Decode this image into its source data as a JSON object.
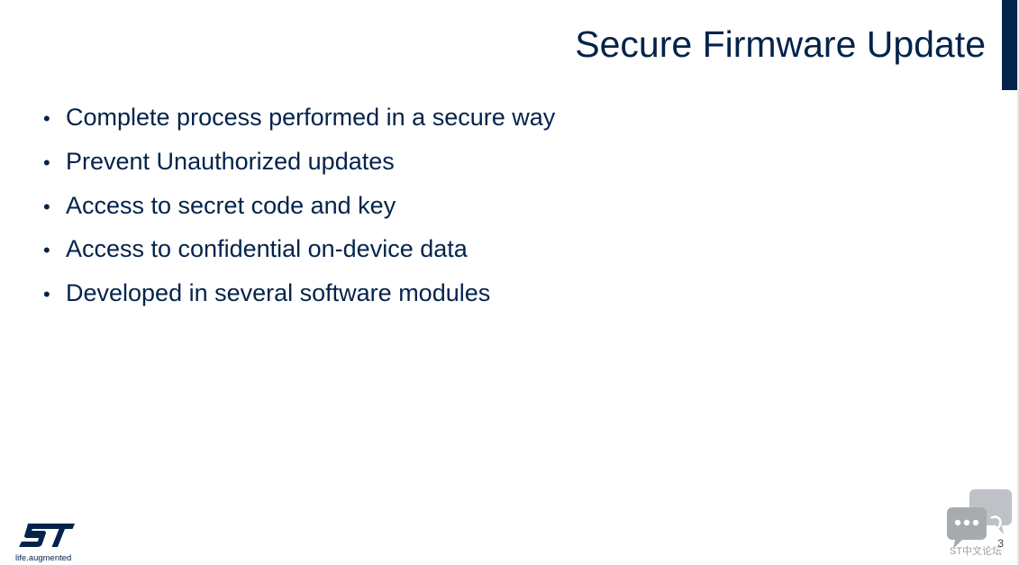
{
  "slide": {
    "title": "Secure Firmware Update",
    "bullets": [
      {
        "bullet": "•",
        "text": "Complete process performed in a secure way"
      },
      {
        "bullet": "•",
        "text": "Prevent Unauthorized updates"
      },
      {
        "bullet": "•",
        "text": "Access to secret code and key"
      },
      {
        "bullet": "•",
        "text": "Access to confidential on-device data"
      },
      {
        "bullet": "•",
        "text": "Developed in several software modules"
      }
    ],
    "page_number": "3"
  },
  "branding": {
    "logo_text": "ST",
    "tagline": "life.augmented",
    "accent_color": "#03234b"
  },
  "watermark": {
    "icon": "chat-bubbles-icon",
    "text": "ST中文论坛"
  }
}
